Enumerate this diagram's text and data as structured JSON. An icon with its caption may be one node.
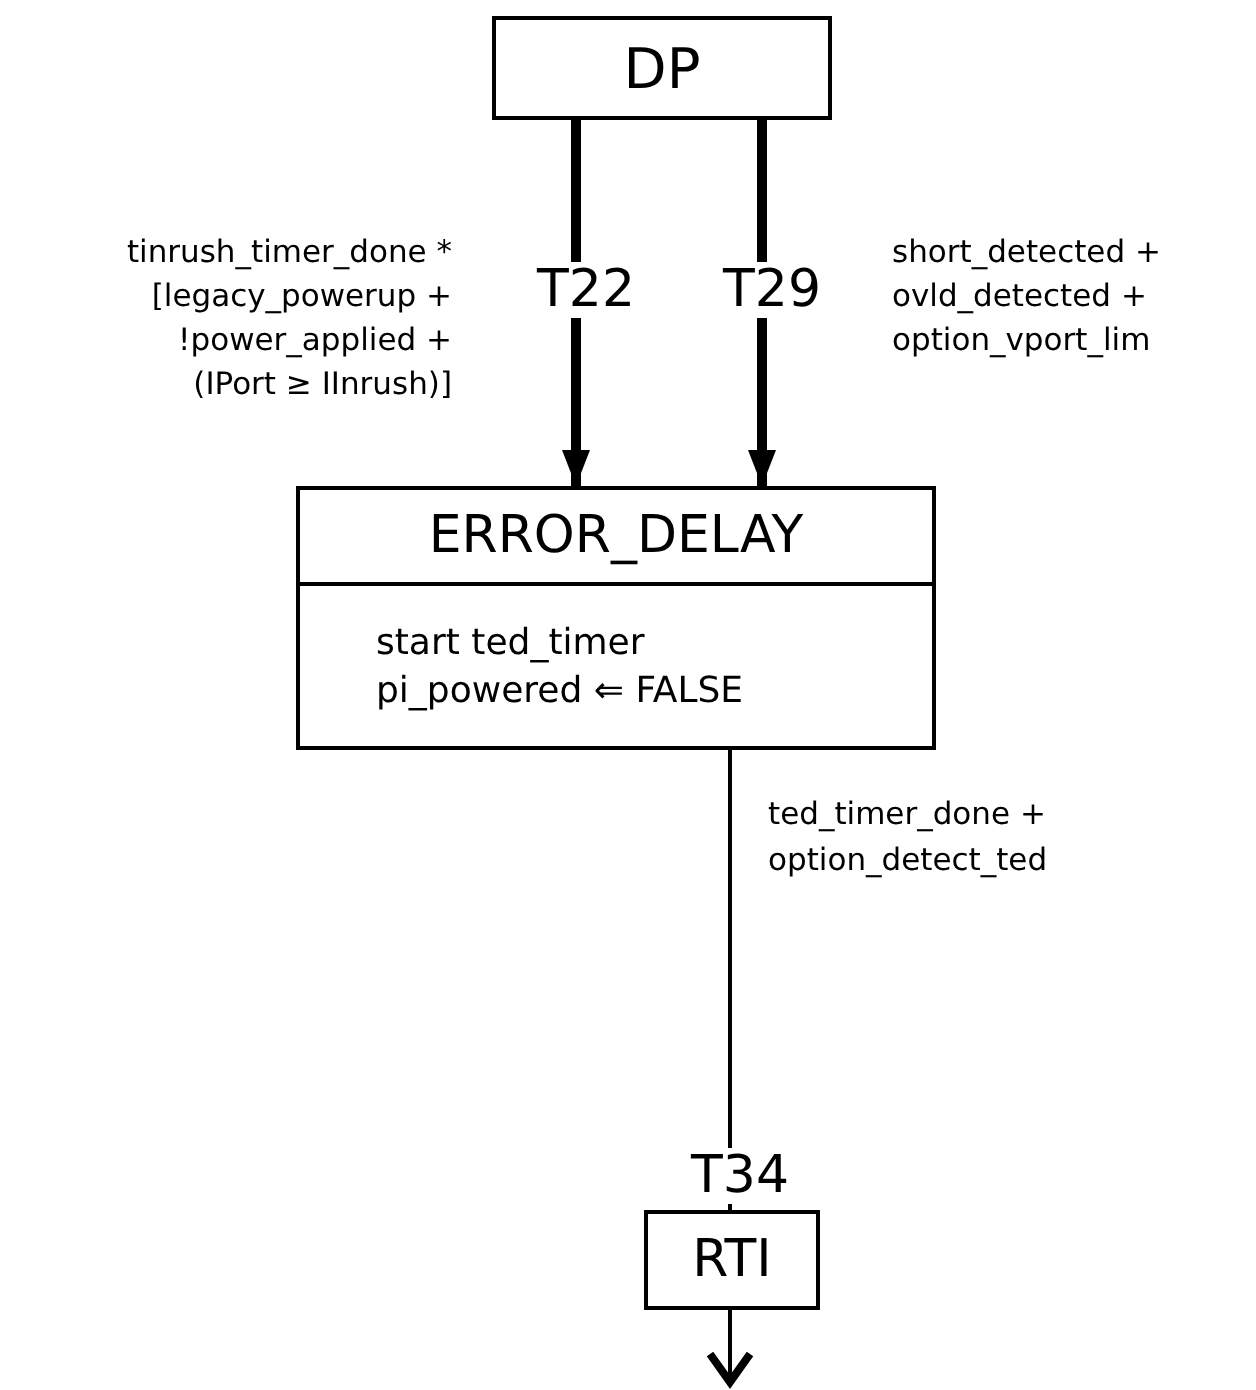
{
  "diagram": {
    "nodes": [
      {
        "text": [
          "DP"
        ]
      },
      {
        "text": [
          "ERROR_DELAY",
          "start ted_timer",
          "pi_powered ⇐ FALSE"
        ]
      },
      {
        "text": [
          "RTI"
        ]
      }
    ],
    "edges": [
      {
        "from": 0,
        "to": 1,
        "arrow": "to",
        "label": "T22",
        "style": "thick"
      },
      {
        "from": 0,
        "to": 1,
        "arrow": "to",
        "label": "T29",
        "style": "thick"
      },
      {
        "from": 1,
        "to": 2,
        "arrow": "none",
        "label": "T34"
      },
      {
        "from": 2,
        "to": null,
        "arrow": "to"
      }
    ],
    "labels": [
      "tinrush_timer_done *",
      "[legacy_powerup +",
      "!power_applied +",
      "(IPort ≥ IInrush)]",
      "short_detected +",
      "ovld_detected +",
      "option_vport_lim",
      "ted_timer_done +",
      "option_detect_ted"
    ]
  }
}
